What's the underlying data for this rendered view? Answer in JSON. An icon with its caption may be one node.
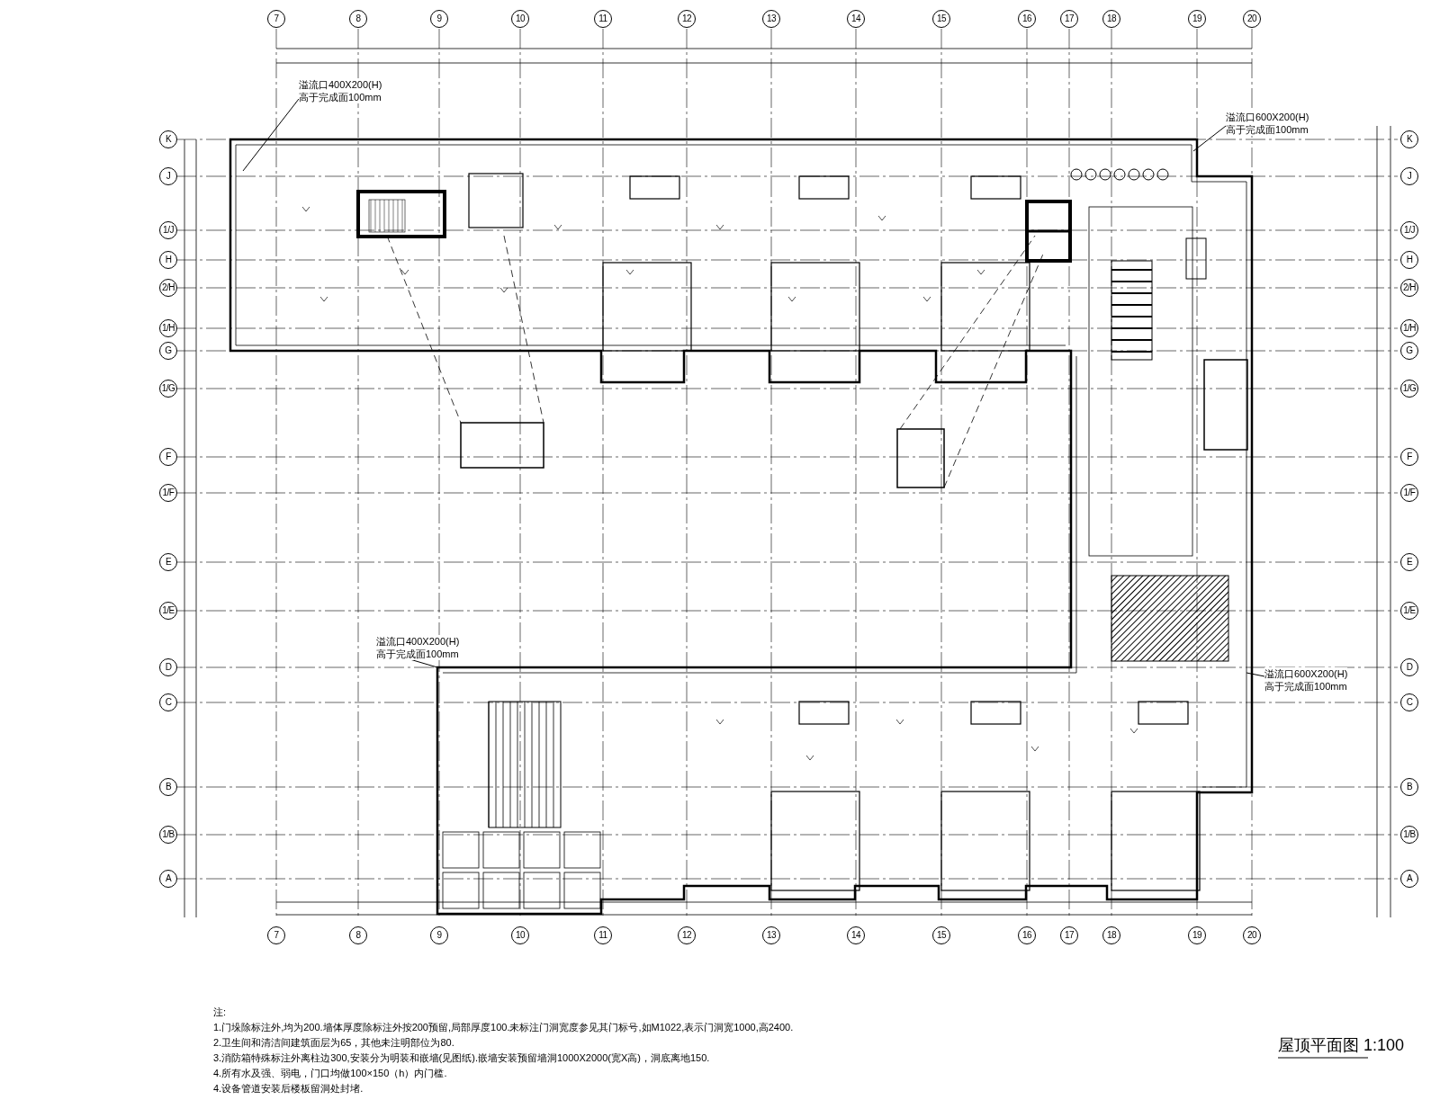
{
  "diagram": {
    "title": "屋顶平面图 1:100",
    "nodes": [
      {
        "text": [
          "溢流口400X200(H)",
          "高于完成面100mm"
        ]
      },
      {
        "text": [
          "溢流口600X200(H)",
          "高于完成面100mm"
        ]
      },
      {
        "text": [
          "溢流口400X200(H)",
          "高于完成面100mm"
        ]
      },
      {
        "text": [
          "溢流口600X200(H)",
          "高于完成面100mm"
        ]
      }
    ],
    "edges": [
      {
        "from": 0,
        "to": null,
        "arrow": "none"
      },
      {
        "from": 1,
        "to": null,
        "arrow": "none"
      },
      {
        "from": 2,
        "to": null,
        "arrow": "none"
      },
      {
        "from": 3,
        "to": null,
        "arrow": "none"
      }
    ],
    "labels": [
      "7",
      "8",
      "9",
      "10",
      "11",
      "12",
      "13",
      "14",
      "15",
      "16",
      "17",
      "18",
      "19",
      "20",
      "K",
      "K",
      "J",
      "J",
      "1/J",
      "1/J",
      "H",
      "H",
      "2/H",
      "2/H",
      "1/H",
      "1/H",
      "G",
      "G",
      "1/G",
      "1/G",
      "F",
      "F",
      "1/F",
      "1/F",
      "E",
      "E",
      "1/E",
      "1/E",
      "D",
      "D",
      "C",
      "C",
      "B",
      "B",
      "1/B",
      "1/B",
      "A",
      "A",
      "7",
      "8",
      "9",
      "10",
      "11",
      "12",
      "13",
      "14",
      "15",
      "16",
      "17",
      "18",
      "19",
      "20",
      "注:",
      "1.门垛除标注外,均为200.墙体厚度除标注外按200预留,局部厚度100.未标注门洞宽度参见其门标号,如M1022,表示门洞宽1000,高2400.",
      "2.卫生间和清洁间建筑面层为65，其他未注明部位为80.",
      "3.消防箱特殊标注外离柱边300,安装分为明装和嵌墙(见图纸).嵌墙安装预留墙洞1000X2000(宽X高)，洞底离地150.",
      "4.所有水及强、弱电，门口均做100×150（h）内门槛.",
      "4.设备管道安装后楼板留洞处封堵."
    ]
  }
}
